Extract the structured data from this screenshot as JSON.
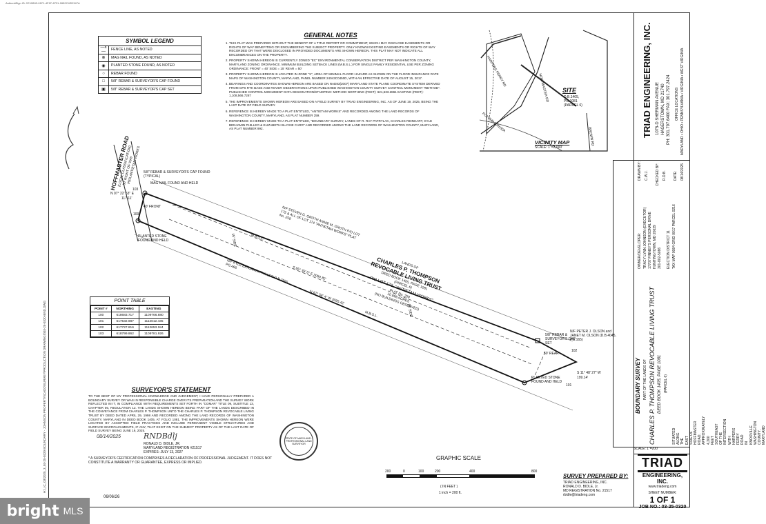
{
  "top_stamp": "AuthentiSign ID: 5741B93-01F1-4F1F-8731-2652C4ED347A",
  "symbol_legend": {
    "title": "SYMBOL LEGEND",
    "items": [
      {
        "symbol": "—x—",
        "label": "FENCE LINE, AS NOTED"
      },
      {
        "symbol": "⊗",
        "label": "MAG NAIL FOUND, AS NOTED"
      },
      {
        "symbol": "◉",
        "label": "PLANTED STONE FOUND, AS NOTED"
      },
      {
        "symbol": "○",
        "label": "REBAR FOUND"
      },
      {
        "symbol": "□",
        "label": "5/8\" REBAR & SURVEYOR'S CAP FOUND"
      },
      {
        "symbol": "▣",
        "label": "5/8\" REBAR & SURVEYOR'S CAP SET"
      }
    ]
  },
  "general_notes": {
    "title": "GENERAL NOTES",
    "items": [
      "THIS PLAT WAS PREPARED WITHOUT THE BENEFIT OF A TITLE REPORT OR COMMITMENT, WHICH MAY DISCLOSE EASEMENTS OR RIGHTS OF WAY BENEFITING OR ENCUMBERING THE SUBJECT PROPERTY. ONLY KNOWN EXISTING EASEMENTS OR RIGHTS OF WAY RECORDED OR THAT WERE DISCLOSED IN PROVIDED DOCUMENTS ARE SHOWN HEREON. THIS PLAT MAY NOT INDICATE ALL ENCUMBRANCES ON THE PROPERTY.",
      "PROPERTY SHOWN HEREON IS CURRENTLY ZONED \"EC\" ENVIRONMENTAL CONSERVATION DISTRICT PER WASHINGTON COUNTY, MARYLAND ZONING ORDINANCE. MINIMUM BUILDING SETBACK LINES (M.B.S.L.) FOR SINGLE FAMILY RESIDENTIAL USE PER ZONING ORDINANCE: FRONT = 40' SIDE = 15' REAR = 50'",
      "PROPERTY SHOWN HEREON IS LOCATED IN ZONE \"X\", AREA OF MINIMAL FLOOD HAZARD AS SHOWN ON THE FLOOD INSURANCE RATE MAPS OF WASHINGTON COUNTY, MARYLAND, PANEL NUMBER 24043C0450D, WITH AN EFFECTIVE DATE OF AUGUST 15, 2017.",
      "BEARINGS AND COORDINATES SHOWN HEREON ARE BASED ON NAD83(2007) MARYLAND STATE PLANE COORDINATE SYSTEM DERIVED FROM GPS RTK BASE AND ROVER OBSERVATIONS UPON PUBLISHED WASHINGTON COUNTY SURVEY CONTROL MONUMENT \"METHOD\". PUBLISHED CONTROL MONUMENT DATA DESIGNATION/STAMPING: METHOD NORTHING (FEET): 621,633.2861 EASTING (FEET): 1,108,566.7287",
      "THE IMPROVEMENTS SHOWN HEREON ARE BASED ON A FIELD SURVEY BY TRIAD ENGINEERING, INC. AS OF JUNE 19, 2025, BEING THE LAST DATE OF FIELD SURVEY.",
      "REFERENCE IS HEREBY MADE TO A PLAT ENTITLED, \"ANTIETAM WORKS\" AND RECORDED AMONG THE LAND RECORDS OF WASHINGTON COUNTY, MARYLAND, AS PLAT NUMBER 259.",
      "REFERENCE IS HEREBY MADE TO A PLAT ENTITLED, \"BOUNDARY SURVEY, LANDS OF R. RAY PATRYLAK, CHARLES REINHART, KYLE BENJAMIN PHILLEO & ELIZABETH BLAYNE CARR\" AND RECORDED AMONG THE LAND RECORDS OF WASHINGTON COUNTY, MARYLAND, AS PLAT NUMBER 992."
    ]
  },
  "vicinity_map": {
    "title": "VICINITY MAP",
    "scale": "SCALE: 1\"=2,000'",
    "site_label": "SITE",
    "site_ref_1": "D.B.1405,",
    "site_ref_2": "PG.1081",
    "site_ref_3": "(PARCEL 6)",
    "road_1": "HARPERS FERRY RD",
    "road_2": "HOFFMASTER RD",
    "road_3": "BROWN RD",
    "river": "POTOMAC RIVER"
  },
  "plat": {
    "road_name": "HOFFMASTER ROAD",
    "road_sub_1": "(LOCAL CLASSIFICATION)",
    "road_sub_2": "50' RIGHT OF WAY",
    "road_sub_3": "PER ANTIETAM WORKS",
    "rebar_note": "5/8\" REBAR & SURVEYOR'S CAP FOUND (TYPICAL)",
    "mag_nail_note": "MAG NAIL FOUND AND HELD",
    "bearing_1": "N 07° 22' 53\" E",
    "dist_1": "117.11'",
    "front_label": "40' FRONT",
    "parcel_title": "LANDS OF",
    "owner_name": "CHARLES P. THOMPSON",
    "owner_trust": "REVOCABLE LIVING TRUST",
    "deed": "DEED BOOK 1405, PAGE 1081",
    "parcel": "(PARCEL 6)",
    "lot": "P/O LOT 173, \"ANTIETAM WORKS\"",
    "plat_no": "PLAT No. 259",
    "acreage": "10.898 ACRES",
    "no_buildings": "(NO BUILDINGS OBSERVED)",
    "bearing_top": "S 65° 39' 6\" E  3084.82'",
    "bearing_bottom": "N 67° 58' 4\" W  3095.42'",
    "mbsl": "M.B.S.L.",
    "side_label": "15' SIDE",
    "neighbor_north": "N/F STEVEN G. GROTH ANNIE M. GROTH P/O LOT 172 & ALL OF LOT 174 \"ANTIETAM WORKS\" PLAT No. 259",
    "neighbor_south": "N/F KYLE BENJAMIN PHILLEO D.B.7555, PG.466",
    "neighbor_east": "N/F PETER J. OLSON and JANET M. OLSON (D.B.4045, PG.165)",
    "rear_label": "50' REAR",
    "rebar_end": "5/8\" REBAR & SURVEYOR'S CAP SET",
    "stone_found": "PLANTED STONE FOUND AND HELD",
    "stone_found_2": "PLANTED STONE FOUND AND HELD",
    "bearing_end": "S 11° 48' 27\" W",
    "dist_end": "199.14'",
    "point_100": "100",
    "point_101": "101",
    "point_102": "102",
    "point_103": "103",
    "left_margin_text": "H:\\_IC_03\\2025_3_03-25-0320 BOUNDARY - JOHNSON PROPERTY\\CADD\\SURVEY\\PRODUCTION DRAWINGS\\03-25-0320-BND.DWG"
  },
  "point_table": {
    "title": "POINT TABLE",
    "headers": [
      "POINT #",
      "NORTHING",
      "EASTING"
    ],
    "rows": [
      [
        "100",
        "618683.717",
        "1109766.880"
      ],
      [
        "101",
        "617532.987",
        "1112612.435"
      ],
      [
        "102",
        "617727.816",
        "1112653.184"
      ],
      [
        "103",
        "618799.862",
        "1109781.926"
      ]
    ]
  },
  "surveyor_statement": {
    "title": "SURVEYOR'S STATEMENT",
    "body": "TO THE BEST OF MY PROFESSIONAL KNOWLEDGE AND JUDGEMENT, I HAVE PERSONALLY PREPARED A BOUNDARY SURVEY OR WAS IN RESPONSIBLE CHARGE OVER ITS PREPARATION AND THE SURVEY WORK REFLECTED IN IT, IN COMPLIANCE WITH REQUIREMENTS SET FORTH IN \"COMAR\" TITLE 09, SUBTITLE 13, CHAPTER 06, REGULATION 12. THE LANDS SHOWN HEREON BEING PART OF THE LANDS DESCRIBED IN THE CONVEYANCE FROM CHARLES P. THOMPSON UNTO THE CHARLES P. THOMPSON REVOCABLE LIVING TRUST BY DEED DATED APRIL 29, 1998 AND RECORDED AMONG THE LAND RECORDS OF WASHINGTON COUNTY, MARYLAND IN DEED BOOK 1405, AT FOLIO 1081. THE IMPROVEMENTS SHOWN HEREON WERE LOCATED BY ACCEPTED FIELD PRACTICES AND INCLUDE PERMANENT VISIBLE STRUCTURES AND SURFACE ENCROACHMENTS, IF ANY, THAT EXIST ON THE SUBJECT PROPERTY AS OF THE LAST DATE OF FIELD SURVEY BEING JUNE 19, 2025.",
    "surveyor_name": "RONALD D. BIDLE, JR.",
    "registration": "MARYLAND REGISTRATION #21517",
    "expires": "EXPIRES: JULY 13, 2027",
    "footnote": "* A SURVEYOR'S CERTIFICATION COMPRISES A DECLARATION OF PROFESSIONAL JUDGEMENT. IT DOES NOT CONSTITUTE A WARRANTY OR GUARANTEE, EXPRESS OR IMPLIED.",
    "seal_text": "STATE OF MARYLAND · PROFESSIONAL LAND SURVEYOR",
    "sign_date": "08/14/2025",
    "signature": "RNDBdlj"
  },
  "graphic_scale": {
    "title": "GRAPHIC SCALE",
    "ticks": [
      "200",
      "0",
      "100",
      "200",
      "400",
      "800"
    ],
    "unit": "( IN FEET )",
    "ratio": "1 inch = 200 ft."
  },
  "survey_prepared": {
    "title": "SURVEY PREPARED BY:",
    "company": "TRIAD ENGINEERING, INC.",
    "name": "RONALD D. BIDLE, Jr.",
    "registration": "MD REGISTRATION No. 21517",
    "email": "rbidle@triadeng.com"
  },
  "footer_date": "06/06/26",
  "title_block": {
    "company": "TRIAD ENGINEERING, INC.",
    "address": "1075-D SHERMAN AVENUE",
    "city": "HAGERSTOWN, MD 21740",
    "phone": "PH: 301.797.6400  FAX: 301.797.2424",
    "office": "OFFICE LOCATIONS",
    "states": "MARYLAND • OHIO • PENNSYLVANIA • VIRGINIA • WEST VIRGINIA",
    "drawn_by_label": "DRAWN BY:",
    "drawn_by": "C.W.J.",
    "checked_by_label": "CHECKED BY:",
    "checked_by": "R.D.B.",
    "date_label": "DATE:",
    "date": "08/14/2025",
    "owner_label": "OWNER/DEVELOPER:",
    "owner_1": "TRACY LYNN JOHNSON (EXECUTOR)",
    "owner_2": "17707 FINNEY'S PERSONAL DRIVE",
    "owner_3": "HUNTINGTOWN, MD 20639",
    "owner_4": "301-802-5086",
    "election": "ELECTION DISTRICT 11",
    "tax_map": "TAX MAP 0084 GRID 0017  PARCEL 0216",
    "title_1": "BOUNDARY SURVEY",
    "title_2": "PART OF THE LANDS OF",
    "title_3": "CHARLES P. THOMPSON REVOCABLE LIVING TRUST",
    "title_4": "DEED BOOK 1405, PAGE 1081",
    "title_5": "(PARCEL 6)",
    "situated": "SITUATED ALONG THE EAST SIDE OF HOFFMASTER ROAD, APPROXIMATELY 4,300 FEET SOUTHEAST OF THE INTERSECTION WITH HARPERS FERRY ROAD IN KNOXVILLE WASHINGTON COUNTY, MARYLAND",
    "scale": "SCALE:  1\"=200'",
    "logo_text": "TRIAD",
    "logo_sub": "ENGINEERING, INC.",
    "website": "www.triadeng.com",
    "sheet_label": "SHEET NUMBER:",
    "sheet": "1 OF 1",
    "job": "JOB NO.: 03-25-0320"
  },
  "watermark": {
    "brand": "bright",
    "suffix": "MLS"
  }
}
